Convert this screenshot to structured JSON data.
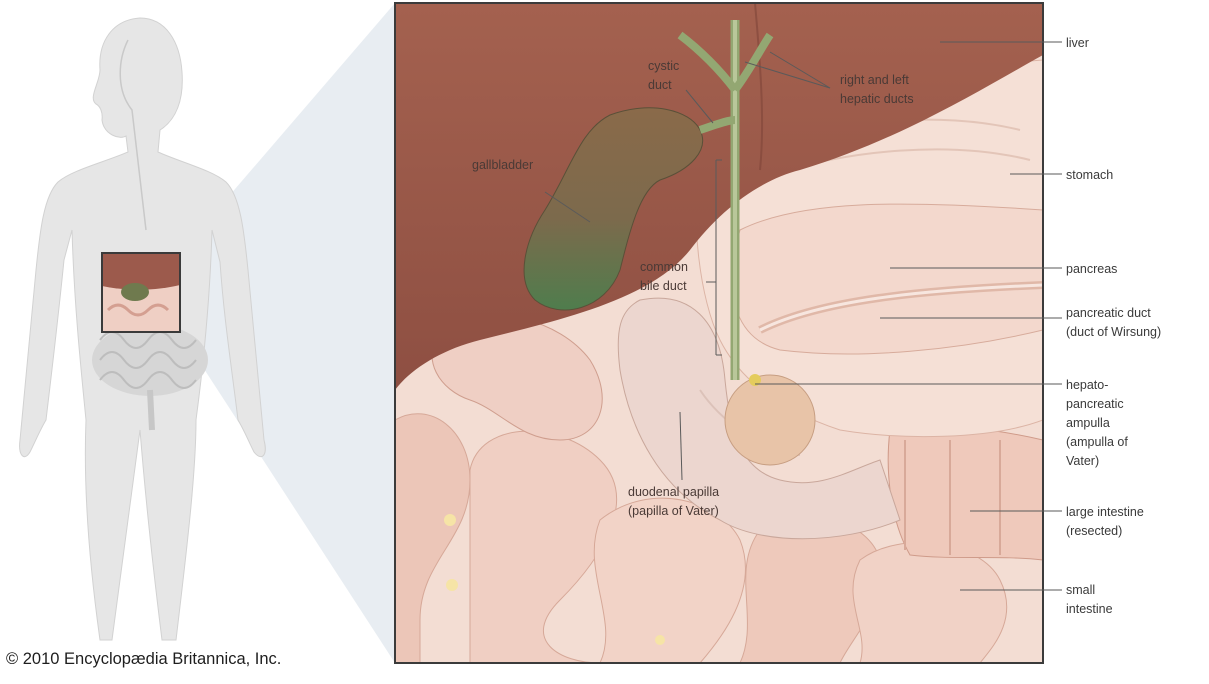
{
  "labels": {
    "liver": "liver",
    "right_left_hepatic": "right and left\nhepatic ducts",
    "cystic_duct": "cystic\nduct",
    "gallbladder": "gallbladder",
    "stomach": "stomach",
    "common_bile_duct": "common\nbile duct",
    "pancreas": "pancreas",
    "pancreatic_duct": "pancreatic duct\n(duct of Wirsung)",
    "hepatopancreatic_ampulla": "hepato-\npancreatic\nampulla\n(ampulla of\nVater)",
    "duodenal_papilla": "duodenal papilla\n(papilla of Vater)",
    "large_intestine": "large intestine\n(resected)",
    "small_intestine": "small\nintestine"
  },
  "copyright": "© 2010 Encyclopædia Britannica, Inc.",
  "colors": {
    "liver": "#9c5a4c",
    "gallbladder_bile": "#4e7e4e",
    "intestine": "#efd0c4",
    "body_silhouette": "#e6e6e6",
    "zoom_wedge": "#e9eef3"
  }
}
